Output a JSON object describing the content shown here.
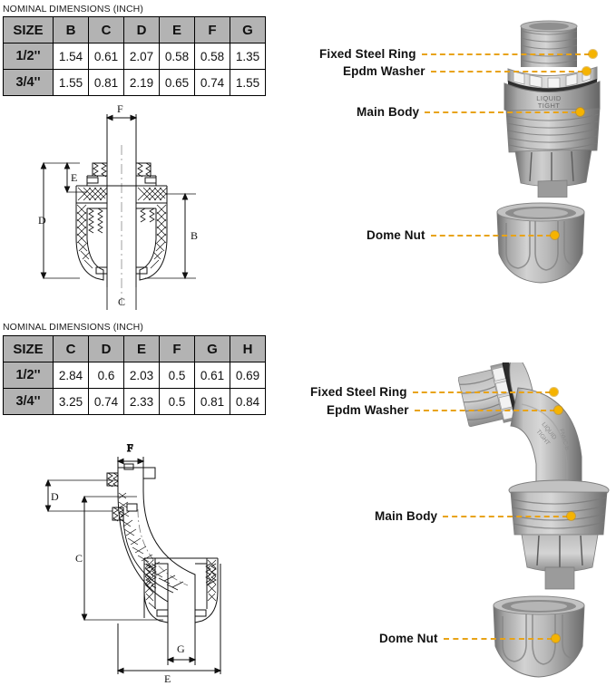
{
  "tables": [
    {
      "caption": "NOMINAL DIMENSIONS (INCH)",
      "headers": [
        "SIZE",
        "B",
        "C",
        "D",
        "E",
        "F",
        "G"
      ],
      "rows": [
        [
          "1/2''",
          "1.54",
          "0.61",
          "2.07",
          "0.58",
          "0.58",
          "1.35"
        ],
        [
          "3/4''",
          "1.55",
          "0.81",
          "2.19",
          "0.65",
          "0.74",
          "1.55"
        ]
      ]
    },
    {
      "caption": "NOMINAL DIMENSIONS (INCH)",
      "headers": [
        "SIZE",
        "C",
        "D",
        "E",
        "F",
        "G",
        "H"
      ],
      "rows": [
        [
          "1/2''",
          "2.84",
          "0.6",
          "2.03",
          "0.5",
          "0.61",
          "0.69"
        ],
        [
          "3/4''",
          "3.25",
          "0.74",
          "2.33",
          "0.5",
          "0.81",
          "0.84"
        ]
      ]
    }
  ],
  "callouts": {
    "straight": [
      {
        "label": "Fixed Steel Ring"
      },
      {
        "label": "Epdm Washer"
      },
      {
        "label": "Main Body"
      },
      {
        "label": "Dome Nut"
      }
    ],
    "elbow": [
      {
        "label": "Fixed Steel Ring"
      },
      {
        "label": "Epdm Washer"
      },
      {
        "label": "Main Body"
      },
      {
        "label": "Dome Nut"
      }
    ]
  },
  "drawing_labels": {
    "straight": [
      "F",
      "E",
      "D",
      "B",
      "C"
    ],
    "elbow": [
      "F",
      "D",
      "C",
      "G",
      "E"
    ]
  },
  "product_markings": {
    "straight_body": "LIQUID TIGHT",
    "elbow_body": "LIQUID TIGHT"
  },
  "colors": {
    "leader_line": "#e8a317",
    "leader_dot": "#f5b301",
    "table_header_fill": "#b3b3b3",
    "table_border": "#000000",
    "product_gray": "#9e9e9e",
    "steel_ring": "#d8d8d8",
    "washer_black": "#1a1a1a"
  }
}
